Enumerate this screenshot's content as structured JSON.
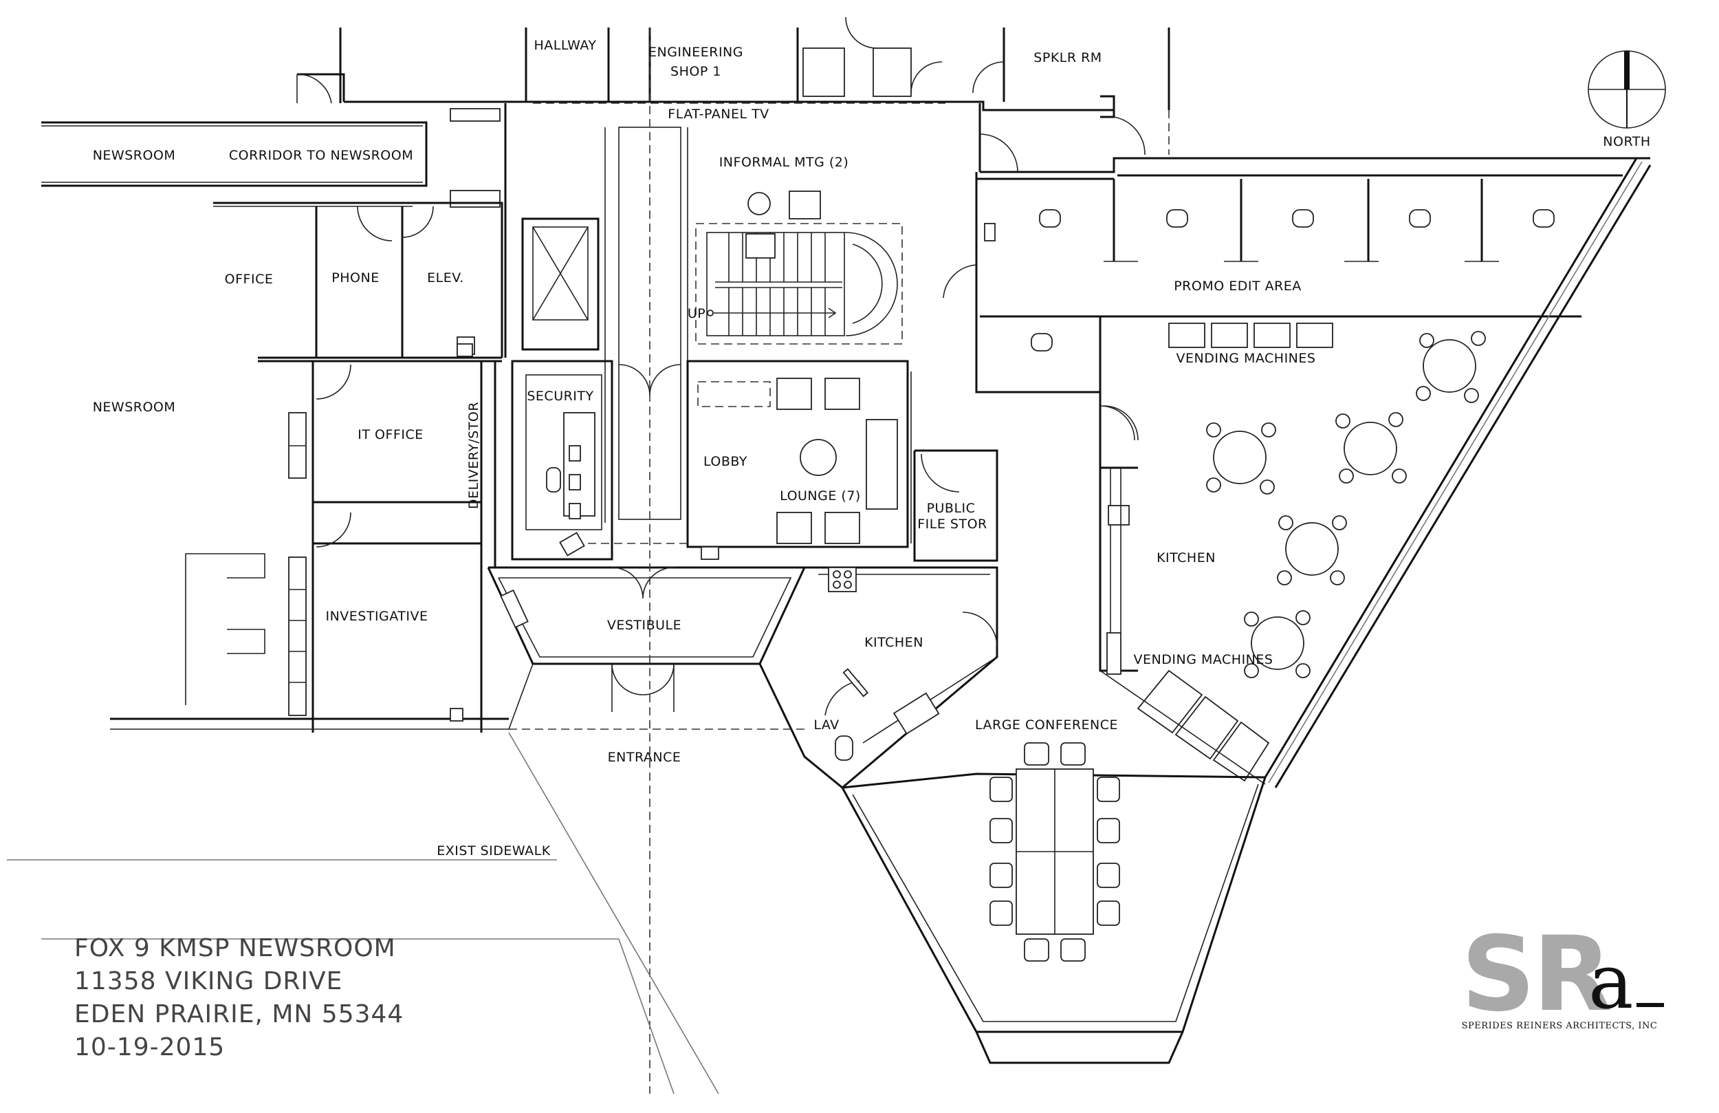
{
  "rooms": {
    "hallway": "HALLWAY",
    "engineering_shop": "ENGINEERING",
    "engineering_shop_2": "SHOP 1",
    "spklr_rm": "SPKLR RM",
    "flat_panel_tv": "FLAT-PANEL TV",
    "newsroom_top": "NEWSROOM",
    "corridor": "CORRIDOR TO NEWSROOM",
    "informal_mtg": "INFORMAL MTG (2)",
    "office": "OFFICE",
    "phone": "PHONE",
    "elev": "ELEV.",
    "up": "UP",
    "promo_edit": "PROMO EDIT AREA",
    "vending_top": "VENDING MACHINES",
    "newsroom_left": "NEWSROOM",
    "security": "SECURITY",
    "it_office": "IT OFFICE",
    "delivery": "DELIVERY/STOR",
    "lobby": "LOBBY",
    "lounge": "LOUNGE (7)",
    "public_file": "PUBLIC",
    "public_file_2": "FILE STOR",
    "kitchen_right": "KITCHEN",
    "investigative": "INVESTIGATIVE",
    "vestibule": "VESTIBULE",
    "kitchen_mid": "KITCHEN",
    "vending_bottom": "VENDING MACHINES",
    "lav": "LAV",
    "large_conference": "LARGE CONFERENCE",
    "entrance": "ENTRANCE",
    "exist_sidewalk": "EXIST SIDEWALK"
  },
  "north": "NORTH",
  "title_block": {
    "line1": "FOX 9 KMSP NEWSROOM",
    "line2": "11358 VIKING DRIVE",
    "line3": "EDEN PRAIRIE, MN 55344",
    "line4": "10-19-2015"
  },
  "logo": {
    "mark": "SR",
    "mark_suffix": "a",
    "firm": "SPERIDES REINERS ARCHITECTS, INC",
    "color": "#a9a9a9"
  }
}
